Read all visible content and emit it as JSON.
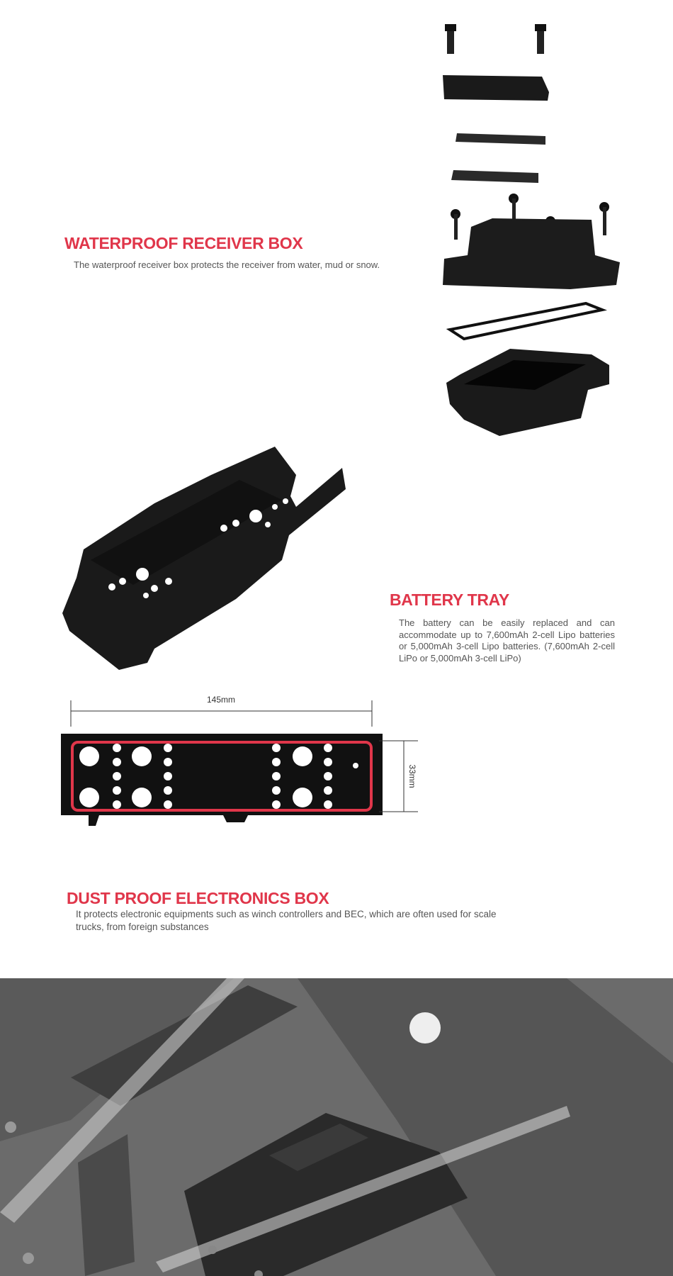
{
  "sections": [
    {
      "title": "WATERPROOF RECEIVER BOX",
      "text": "The waterproof receiver box protects the receiver from water, mud or snow."
    },
    {
      "title": "BATTERY TRAY",
      "text": "The battery can be easily replaced and can accommodate up to 7,600mAh 2-cell Lipo batteries or 5,000mAh 3-cell Lipo batteries. (7,600mAh 2-cell LiPo or 5,000mAh 3-cell LiPo)"
    },
    {
      "title": "DUST PROOF ELECTRONICS BOX",
      "text": "It protects electronic equipments such as winch controllers and BEC, which are often used for scale trucks, from foreign substances"
    }
  ],
  "dimensions": {
    "length": "145mm",
    "height": "33mm"
  },
  "colors": {
    "accent": "#e0364a",
    "highlight": "#e0364a"
  }
}
